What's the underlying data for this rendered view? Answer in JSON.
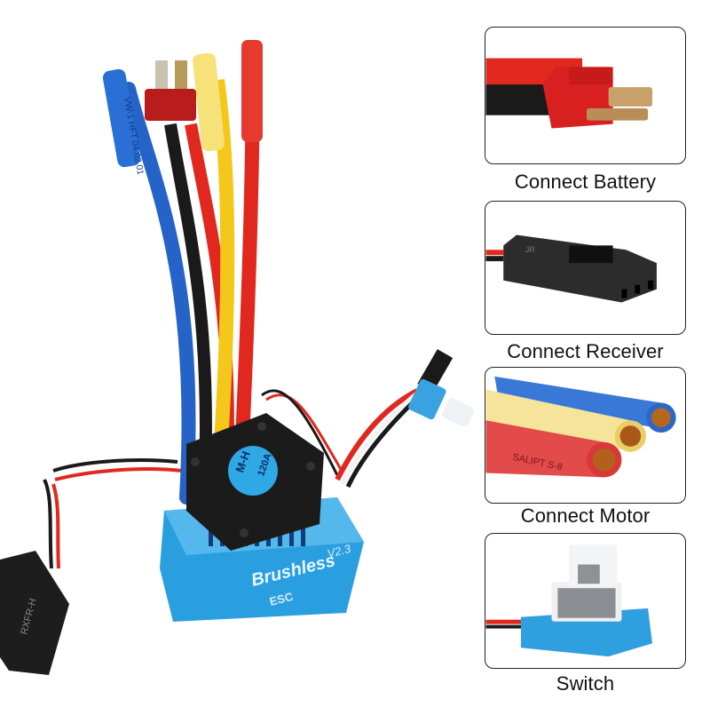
{
  "product": {
    "name": "Brushless ESC",
    "case_text": "Brushless",
    "case_subtext": "ESC",
    "version_text": "V2.3",
    "fan_label_line1": "M-H",
    "fan_label_line2": "120A",
    "blue_wire_marking": "VW-1 HFT 04.02.01",
    "switch_module_marking": "RXFR-H",
    "colors": {
      "case_blue": "#2a9fe0",
      "wire_blue": "#2563c9",
      "wire_red": "#e0281e",
      "wire_yellow": "#f4c81a",
      "wire_black": "#1a1a1a",
      "tplug_red": "#c81e1e"
    }
  },
  "panels": [
    {
      "id": "battery",
      "caption": "Connect Battery"
    },
    {
      "id": "receiver",
      "caption": "Connect Receiver",
      "connector_marking": "JR"
    },
    {
      "id": "motor",
      "caption": "Connect Motor",
      "sleeve_marking": "SALIPT S-8"
    },
    {
      "id": "switch",
      "caption": "Switch"
    }
  ]
}
